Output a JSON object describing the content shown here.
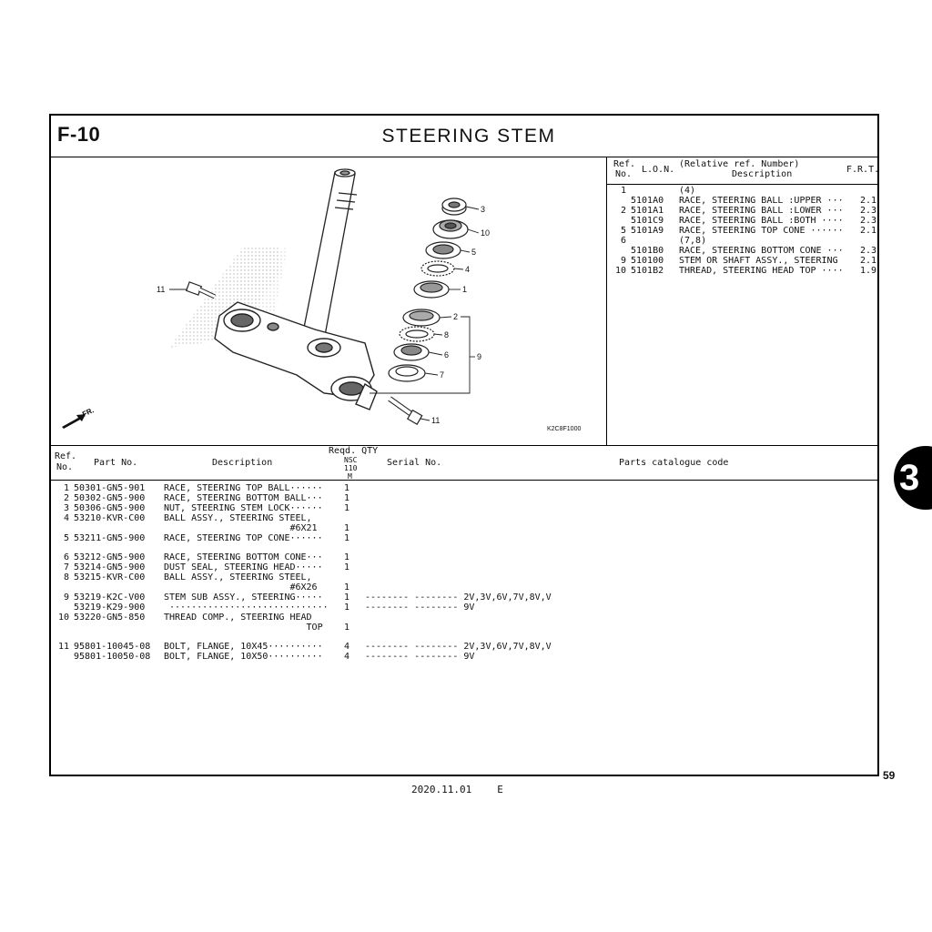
{
  "header": {
    "section_code": "F-10",
    "title": "STEERING STEM"
  },
  "figure": {
    "code": "K2C8F1000",
    "direction_label": "FR.",
    "callouts": [
      "1",
      "2",
      "3",
      "4",
      "5",
      "6",
      "7",
      "8",
      "9",
      "10",
      "11",
      "11"
    ]
  },
  "ref_table": {
    "col_ref": "Ref.",
    "col_no": "No.",
    "col_lon": "L.O.N.",
    "col_rel": "(Relative ref. Number)",
    "col_desc": "Description",
    "col_frt": "F.R.T.",
    "rows": [
      {
        "ref": "1",
        "lon": "",
        "desc": "(4)",
        "frt": ""
      },
      {
        "ref": "",
        "lon": "5101A0",
        "desc": "RACE, STEERING BALL :UPPER ···",
        "frt": "2.1"
      },
      {
        "ref": "2",
        "lon": "5101A1",
        "desc": "RACE, STEERING BALL :LOWER ···",
        "frt": "2.3"
      },
      {
        "ref": "",
        "lon": "5101C9",
        "desc": "RACE, STEERING BALL :BOTH ····",
        "frt": "2.3"
      },
      {
        "ref": "5",
        "lon": "5101A9",
        "desc": "RACE, STEERING TOP CONE ······",
        "frt": "2.1"
      },
      {
        "ref": "6",
        "lon": "",
        "desc": "(7,8)",
        "frt": ""
      },
      {
        "ref": "",
        "lon": "5101B0",
        "desc": "RACE, STEERING BOTTOM CONE ···",
        "frt": "2.3"
      },
      {
        "ref": "9",
        "lon": "510100",
        "desc": "STEM OR SHAFT ASSY., STEERING",
        "frt": "2.1"
      },
      {
        "ref": "10",
        "lon": "5101B2",
        "desc": "THREAD, STEERING HEAD TOP ····",
        "frt": "1.9"
      }
    ]
  },
  "parts_list": {
    "col_ref": "Ref.",
    "col_no": "No.",
    "col_partno": "Part No.",
    "col_desc": "Description",
    "col_qty": "Reqd. QTY",
    "col_model_1": "NSC",
    "col_model_2": "110",
    "col_model_3": "M",
    "col_serial": "Serial No.",
    "col_catalogue": "Parts catalogue code",
    "rows": [
      {
        "ref": "1",
        "part": "50301-GN5-901",
        "desc": "RACE, STEERING TOP BALL······",
        "qty": "1",
        "serial": ""
      },
      {
        "ref": "2",
        "part": "50302-GN5-900",
        "desc": "RACE, STEERING BOTTOM BALL···",
        "qty": "1",
        "serial": ""
      },
      {
        "ref": "3",
        "part": "50306-GN5-900",
        "desc": "NUT, STEERING STEM LOCK······",
        "qty": "1",
        "serial": ""
      },
      {
        "ref": "4",
        "part": "53210-KVR-C00",
        "desc": "BALL ASSY., STEERING STEEL,",
        "qty": "",
        "serial": ""
      },
      {
        "ref": "",
        "part": "",
        "desc": "                       #6X21",
        "qty": "1",
        "serial": ""
      },
      {
        "ref": "5",
        "part": "53211-GN5-900",
        "desc": "RACE, STEERING TOP CONE······",
        "qty": "1",
        "serial": ""
      },
      {
        "ref": "",
        "part": "",
        "desc": "",
        "qty": "",
        "serial": ""
      },
      {
        "ref": "6",
        "part": "53212-GN5-900",
        "desc": "RACE, STEERING BOTTOM CONE···",
        "qty": "1",
        "serial": ""
      },
      {
        "ref": "7",
        "part": "53214-GN5-900",
        "desc": "DUST SEAL, STEERING HEAD·····",
        "qty": "1",
        "serial": ""
      },
      {
        "ref": "8",
        "part": "53215-KVR-C00",
        "desc": "BALL ASSY., STEERING STEEL,",
        "qty": "",
        "serial": ""
      },
      {
        "ref": "",
        "part": "",
        "desc": "                       #6X26",
        "qty": "1",
        "serial": ""
      },
      {
        "ref": "9",
        "part": "53219-K2C-V00",
        "desc": "STEM SUB ASSY., STEERING·····",
        "qty": "1",
        "serial": "-------- -------- 2V,3V,6V,7V,8V,V"
      },
      {
        "ref": "",
        "part": "53219-K29-900",
        "desc": " ·····························",
        "qty": "1",
        "serial": "-------- -------- 9V"
      },
      {
        "ref": "10",
        "part": "53220-GN5-850",
        "desc": "THREAD COMP., STEERING HEAD",
        "qty": "",
        "serial": ""
      },
      {
        "ref": "",
        "part": "",
        "desc": "                          TOP",
        "qty": "1",
        "serial": ""
      },
      {
        "ref": "",
        "part": "",
        "desc": "",
        "qty": "",
        "serial": ""
      },
      {
        "ref": "11",
        "part": "95801-10045-08",
        "desc": "BOLT, FLANGE, 10X45··········",
        "qty": "4",
        "serial": "-------- -------- 2V,3V,6V,7V,8V,V"
      },
      {
        "ref": "",
        "part": "95801-10050-08",
        "desc": "BOLT, FLANGE, 10X50··········",
        "qty": "4",
        "serial": "-------- -------- 9V"
      }
    ]
  },
  "page": {
    "number": "59",
    "footer_date": "2020.11.01",
    "footer_lang": "E",
    "chapter_tab": "3"
  }
}
